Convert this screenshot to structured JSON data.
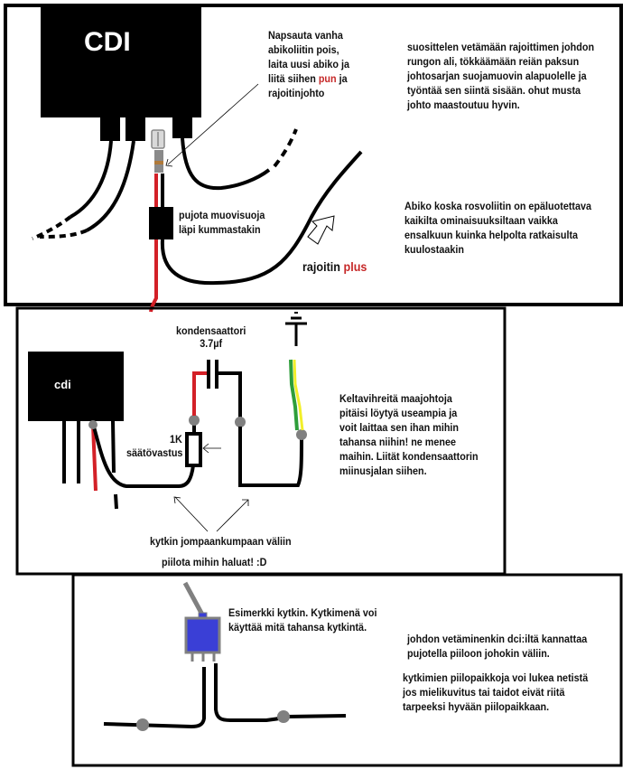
{
  "panels": {
    "top": {
      "cdi_label": "CDI",
      "connector_note": {
        "lines": [
          "Napsauta vanha",
          "abikoliitin pois,",
          "laita uusi abiko ja"
        ],
        "line4_prefix": "liitä siihen ",
        "line4_highlight": "pun",
        "line4_suffix": " ja",
        "line5": "rajoitinjohto"
      },
      "routing_note": [
        "suosittelen vetämään rajoittimen johdon",
        "rungon ali, tökkäämään reiän paksun",
        "johtosarjan suojamuovin alapuolelle ja",
        "työntää sen siintä sisään. ohut musta",
        "johto maastoutuu hyvin."
      ],
      "sleeve_note": [
        "pujota muovisuoja",
        "läpi kummastakin"
      ],
      "abiko_note": [
        "Abiko koska rosvoliitin on epäluotettava",
        "kaikilta ominaisuuksiltaan vaikka",
        "ensalkuun kuinka helpolta ratkaisulta",
        "kuulostaakin"
      ],
      "limiter_label": "rajoitin ",
      "limiter_highlight": "plus"
    },
    "middle": {
      "cdi_label": "cdi",
      "capacitor_label": "kondensaattori",
      "capacitor_value": "3.7µf",
      "resistor_value": "1K",
      "resistor_label": "säätövastus",
      "ground_note": [
        "Keltavihreitä maajohtoja",
        "pitäisi löytyä useampia ja",
        "voit laittaa sen ihan mihin",
        "tahansa niihin! ne menee",
        "maihin. Liität  kondensaattorin",
        "miinusjalan siihen."
      ],
      "switch_note": "kytkin jompaankumpaan väliin",
      "hide_note": "piilota mihin haluat! :D"
    },
    "bottom": {
      "switch_note": [
        "Esimerkki kytkin. Kytkimenä voi",
        "käyttää mitä tahansa kytkintä."
      ],
      "wire_note": [
        "johdon vetäminenkin dci:iltä kannattaa",
        "pujotella piiloon johokin väliin."
      ],
      "hiding_note": [
        "kytkimien piilopaikkoja voi lukea netistä",
        "jos mielikuvitus tai taidot eivät riitä",
        "tarpeeksi hyvään piilopaikkaan."
      ]
    }
  },
  "colors": {
    "wire_black": "#000000",
    "wire_red": "#d32027",
    "ground_green": "#2e9e3a",
    "ground_yellow": "#f2ef2a",
    "joint_gray": "#7f7f7f",
    "switch_blue": "#3a3fd6",
    "highlight_red": "#c62828"
  }
}
